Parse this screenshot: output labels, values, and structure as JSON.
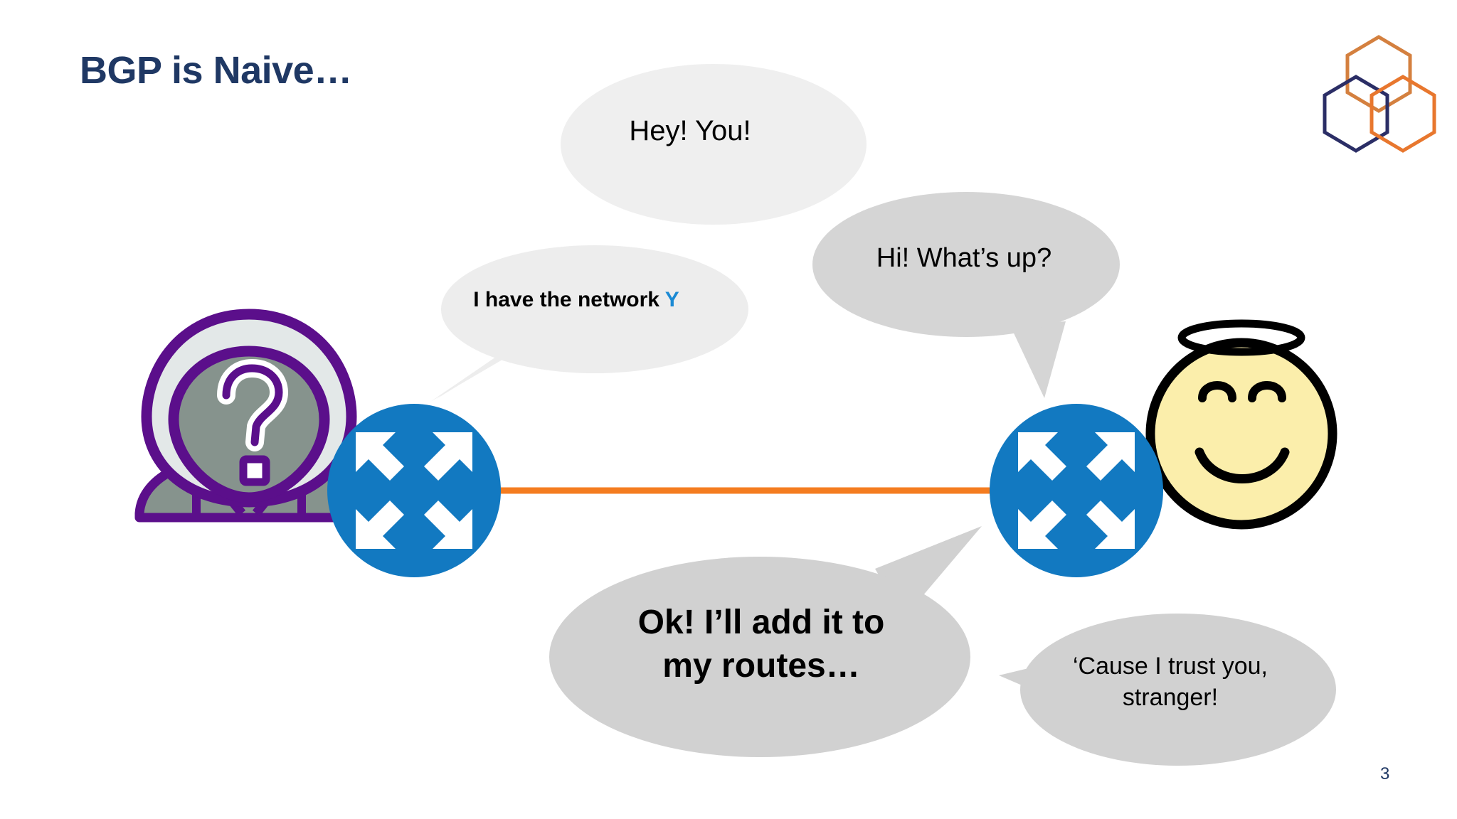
{
  "slide": {
    "title": "BGP is Naive…",
    "page_number": "3",
    "background_color": "#ffffff",
    "title_color": "#1f3864"
  },
  "logo": {
    "name": "three-hexagons-logo",
    "colors": [
      "#2b2e66",
      "#e8772e",
      "#a9a39c"
    ]
  },
  "actors": {
    "attacker": {
      "name": "hacker-anonymous-figure",
      "outline_color": "#5b0f8b",
      "face_color": "#86938d",
      "hood_color": "#e3e8e8",
      "glyph": "?"
    },
    "victim": {
      "name": "angel-smiley-face",
      "face_color": "#fbeeab",
      "outline_color": "#000000",
      "halo": "halo-ellipse"
    }
  },
  "routers": {
    "left": {
      "name": "router-left",
      "color": "#1279c1",
      "icon": "four-arrows-router-icon"
    },
    "right": {
      "name": "router-right",
      "color": "#1279c1",
      "icon": "four-arrows-router-icon"
    }
  },
  "link": {
    "name": "bgp-peering-link",
    "color": "#f47c20"
  },
  "bubbles": [
    {
      "id": "hey-you",
      "text": "Hey! You!",
      "speaker": "attacker",
      "fill": "#efefef",
      "bold": false
    },
    {
      "id": "i-have-the-network",
      "text": "I have the network ",
      "accent_text": "Y",
      "accent_color": "#1b8ad4",
      "speaker": "attacker",
      "fill": "#ededed",
      "bold": true
    },
    {
      "id": "hi-whats-up",
      "text": "Hi! What’s up?",
      "speaker": "victim",
      "fill": "#d5d5d5",
      "bold": false
    },
    {
      "id": "ok-ill-add-it",
      "line1": "Ok! I’ll add it to",
      "line2": "my routes…",
      "speaker": "victim",
      "fill": "#d1d1d1",
      "bold": true
    },
    {
      "id": "cause-i-trust-you",
      "line1": "‘Cause I trust you,",
      "line2": "stranger!",
      "speaker": "victim",
      "fill": "#d1d1d1",
      "bold": false
    }
  ]
}
